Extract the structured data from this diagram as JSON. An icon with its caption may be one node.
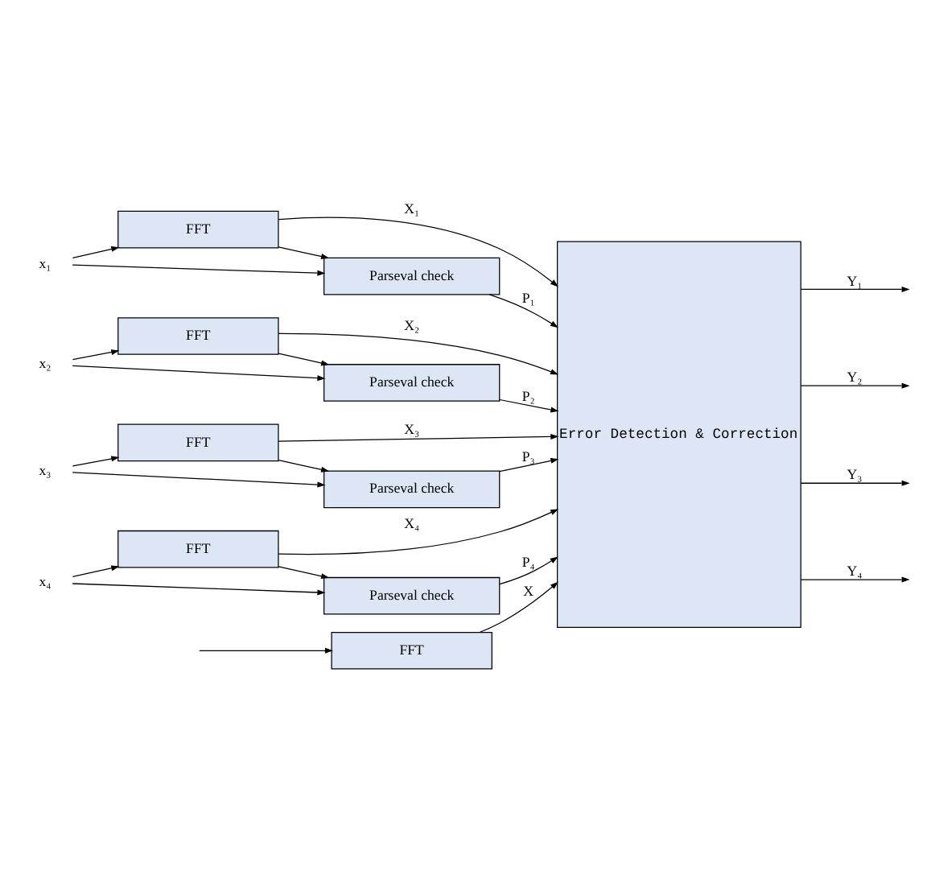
{
  "diagram": {
    "nodes": [
      {
        "text": [
          "x₁"
        ]
      },
      {
        "text": [
          "FFT"
        ]
      },
      {
        "text": [
          "Parseval check"
        ]
      },
      {
        "text": [
          "x₂"
        ]
      },
      {
        "text": [
          "FFT"
        ]
      },
      {
        "text": [
          "Parseval check"
        ]
      },
      {
        "text": [
          "x₃"
        ]
      },
      {
        "text": [
          "FFT"
        ]
      },
      {
        "text": [
          "Parseval check"
        ]
      },
      {
        "text": [
          "x₄"
        ]
      },
      {
        "text": [
          "FFT"
        ]
      },
      {
        "text": [
          "Parseval check"
        ]
      },
      {
        "text": [
          "Error Detection & Correction"
        ]
      },
      {
        "text": [
          "FFT"
        ]
      }
    ],
    "edges": [
      {
        "from": 0,
        "to": 1,
        "arrow": "to"
      },
      {
        "from": 0,
        "to": 2,
        "arrow": "to"
      },
      {
        "from": 1,
        "to": 2,
        "arrow": "to"
      },
      {
        "from": 1,
        "to": 12,
        "label": "X₁",
        "arrow": "to"
      },
      {
        "from": 2,
        "to": 12,
        "label": "P₁",
        "arrow": "to"
      },
      {
        "from": 3,
        "to": 4,
        "arrow": "to"
      },
      {
        "from": 3,
        "to": 5,
        "arrow": "to"
      },
      {
        "from": 4,
        "to": 5,
        "arrow": "to"
      },
      {
        "from": 4,
        "to": 12,
        "label": "X₂",
        "arrow": "to"
      },
      {
        "from": 5,
        "to": 12,
        "label": "P₂",
        "arrow": "to"
      },
      {
        "from": 6,
        "to": 7,
        "arrow": "to"
      },
      {
        "from": 6,
        "to": 8,
        "arrow": "to"
      },
      {
        "from": 7,
        "to": 8,
        "arrow": "to"
      },
      {
        "from": 7,
        "to": 12,
        "label": "X₃",
        "arrow": "to"
      },
      {
        "from": 8,
        "to": 12,
        "label": "P₃",
        "arrow": "to"
      },
      {
        "from": 9,
        "to": 10,
        "arrow": "to"
      },
      {
        "from": 9,
        "to": 11,
        "arrow": "to"
      },
      {
        "from": 10,
        "to": 11,
        "arrow": "to"
      },
      {
        "from": 10,
        "to": 12,
        "label": "X₄",
        "arrow": "to"
      },
      {
        "from": 11,
        "to": 12,
        "label": "P₄",
        "arrow": "to"
      },
      {
        "from": 12,
        "to": null,
        "label": "Y₁",
        "arrow": "to"
      },
      {
        "from": 12,
        "to": null,
        "label": "Y₂",
        "arrow": "to"
      },
      {
        "from": 12,
        "to": null,
        "label": "Y₃",
        "arrow": "to"
      },
      {
        "from": 12,
        "to": null,
        "label": "Y₄",
        "arrow": "to"
      },
      {
        "from": null,
        "to": 13,
        "arrow": "to"
      },
      {
        "from": 13,
        "to": 12,
        "label": "X",
        "arrow": "to"
      }
    ]
  }
}
